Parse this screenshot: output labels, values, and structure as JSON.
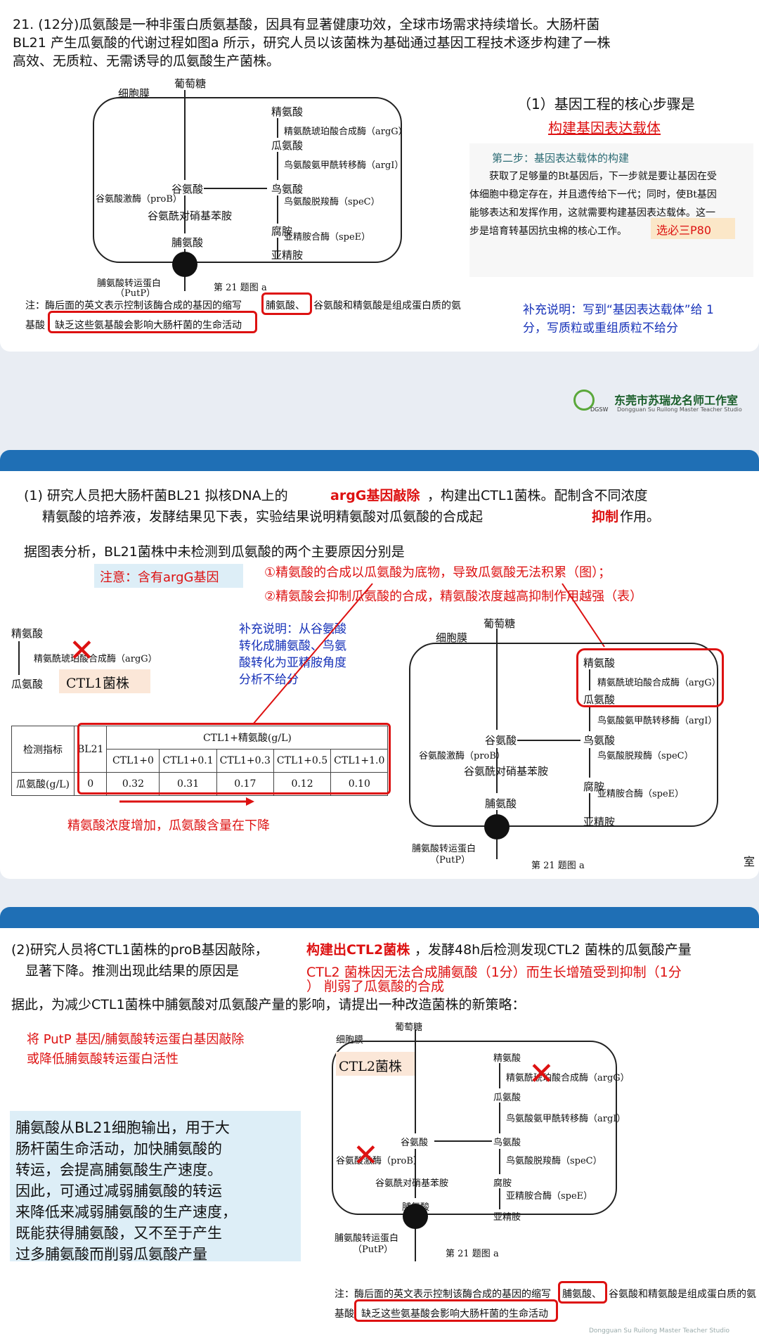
{
  "s1": {
    "q": "21. (12分)瓜氨酸是一种非蛋白质氨基酸，因具有显著健康功效，全球市场需求持续增长。大肠杆菌",
    "q2": "BL21 产生瓜氨酸的代谢过程如图a 所示，研究人员以该菌株为基础通过基因工程技术逐步构建了一株",
    "q3": "高效、无质粒、无需诱导的瓜氨酸生产菌株。",
    "note_a": "注：酶后面的英文表示控制该酶合成的基因的缩写",
    "note_b": "脯氨酸、",
    "note_c": "谷氨酸和精氨酸是组成蛋白质的氨",
    "note_d": "基酸",
    "note_e": "缺乏这些氨基酸会影响大肠杆菌的生命活动",
    "sub1": "（1）基因工程的核心步骤是",
    "ans1": "构建基因表达载体",
    "book_h": "第二步：基因表达载体的构建",
    "book1": "获取了足够量的Bt基因后，下一步就是要让基因在受",
    "book2": "体细胞中稳定存在，并且遗传给下一代；同时，使Bt基因",
    "book3": "能够表达和发挥作用，这就需要构建基因表达载体。这一",
    "book4": "步是培育转基因抗虫棉的核心工作。",
    "tag": "选必三P80",
    "sup1": "补充说明：写到“基因表达载体”给 1",
    "sup2": "分，写质粒或重组质粒不给分",
    "logo": "东莞市苏瑞龙名师工作室",
    "logo_en": "Dongguan Su Ruilong Master Teacher Studio",
    "logo_abbr": "DGSW"
  },
  "fig": {
    "glucose": "葡萄糖",
    "membrane": "细胞膜",
    "arg": "精氨酸",
    "argG": "精氨酰琥珀酸合成酶（argG）",
    "cit": "瓜氨酸",
    "argI": "鸟氨酸氨甲酰转移酶（argI）",
    "glu": "谷氨酸",
    "orn": "鸟氨酸",
    "proB": "谷氨酸激酶（proB）",
    "speC": "鸟氨酸脱羧酶（speC）",
    "semi": "谷氨酰对硝基苯胺",
    "put": "腐胺",
    "speE": "亚精胺合酶（speE）",
    "spd": "亚精胺",
    "pro": "脯氨酸",
    "putp": "脯氨酸转运蛋白",
    "putp2": "（PutP）",
    "cap": "第 21 题图 a"
  },
  "s2": {
    "q1a": "(1) 研究人员把大肠杆菌BL21 拟核DNA上的",
    "q1b": "argG基因敲除",
    "q1c": "，构建出CTL1菌株。配制含不同浓度",
    "q1d": "精氨酸的培养液，发酵结果见下表，实验结果说明精氨酸对瓜氨酸的合成起",
    "q1e": "抑制",
    "q1f": "作用。",
    "q2": "据图表分析，BL21菌株中未检测到瓜氨酸的两个主要原因分别是",
    "r1": "①精氨酸的合成以瓜氨酸为底物，导致瓜氨酸无法积累（图）；",
    "r2": "②精氨酸会抑制瓜氨酸的合成，精氨酸浓度越高抑制作用越强（表）",
    "note": "注意：含有argG基因",
    "sup1": "补充说明：从谷氨酸",
    "sup2": "转化成脯氨酸、鸟氨",
    "sup3": "酸转化为亚精胺角度",
    "sup4": "分析不给分",
    "ctl1": "CTL1菌株",
    "frag_arg": "精氨酸",
    "frag_enz": "精氨酰琥珀酸合成酶（argG）",
    "frag_cit": "瓜氨酸",
    "arrow_note": "精氨酸浓度增加，瓜氨酸含量在下降",
    "corner": "室"
  },
  "table": {
    "h_index": "检测指标",
    "h_bl21": "BL21",
    "h_group": "CTL1+精氨酸(g/L)",
    "cols": [
      "CTL1+0",
      "CTL1+0.1",
      "CTL1+0.3",
      "CTL1+0.5",
      "CTL1+1.0"
    ],
    "row_label": "瓜氨酸(g/L)",
    "row": [
      "0",
      "0.32",
      "0.31",
      "0.17",
      "0.12",
      "0.10"
    ]
  },
  "s3": {
    "q1a": "(2)研究人员将CTL1菌株的proB基因敲除，",
    "q1b": "构建出CTL2菌株",
    "q1c": "，发酵48h后检测发现CTL2 菌株的瓜氨酸产量",
    "q2": "显著下降。推测出现此结果的原因是",
    "a1": "CTL2 菌株因无法合成脯氨酸（1分）而生长增殖受到抑制（1分",
    "a2": "）    削弱了瓜氨酸的合成",
    "q3": "据此，为减少CTL1菌株中脯氨酸对瓜氨酸产量的影响，请提出一种改造菌株的新策略：",
    "s1": "将 PutP 基因/脯氨酸转运蛋白基因敲除",
    "s2": "或降低脯氨酸转运蛋白活性",
    "exp": [
      "脯氨酸从BL21细胞输出，用于大",
      "肠杆菌生命活动，加快脯氨酸的",
      "转运，会提高脯氨酸生产速度。",
      "因此，可通过减弱脯氨酸的转运",
      "来降低来减弱脯氨酸的生产速度，",
      "既能获得脯氨酸，又不至于产生",
      "过多脯氨酸而削弱瓜氨酸产量"
    ],
    "ctl2": "CTL2菌株",
    "footer": "Dongguan Su Ruilong Master Teacher Studio"
  },
  "colors": {
    "red": "#dd1111",
    "blue": "#1f6fb5",
    "box": "#ddeef7"
  }
}
